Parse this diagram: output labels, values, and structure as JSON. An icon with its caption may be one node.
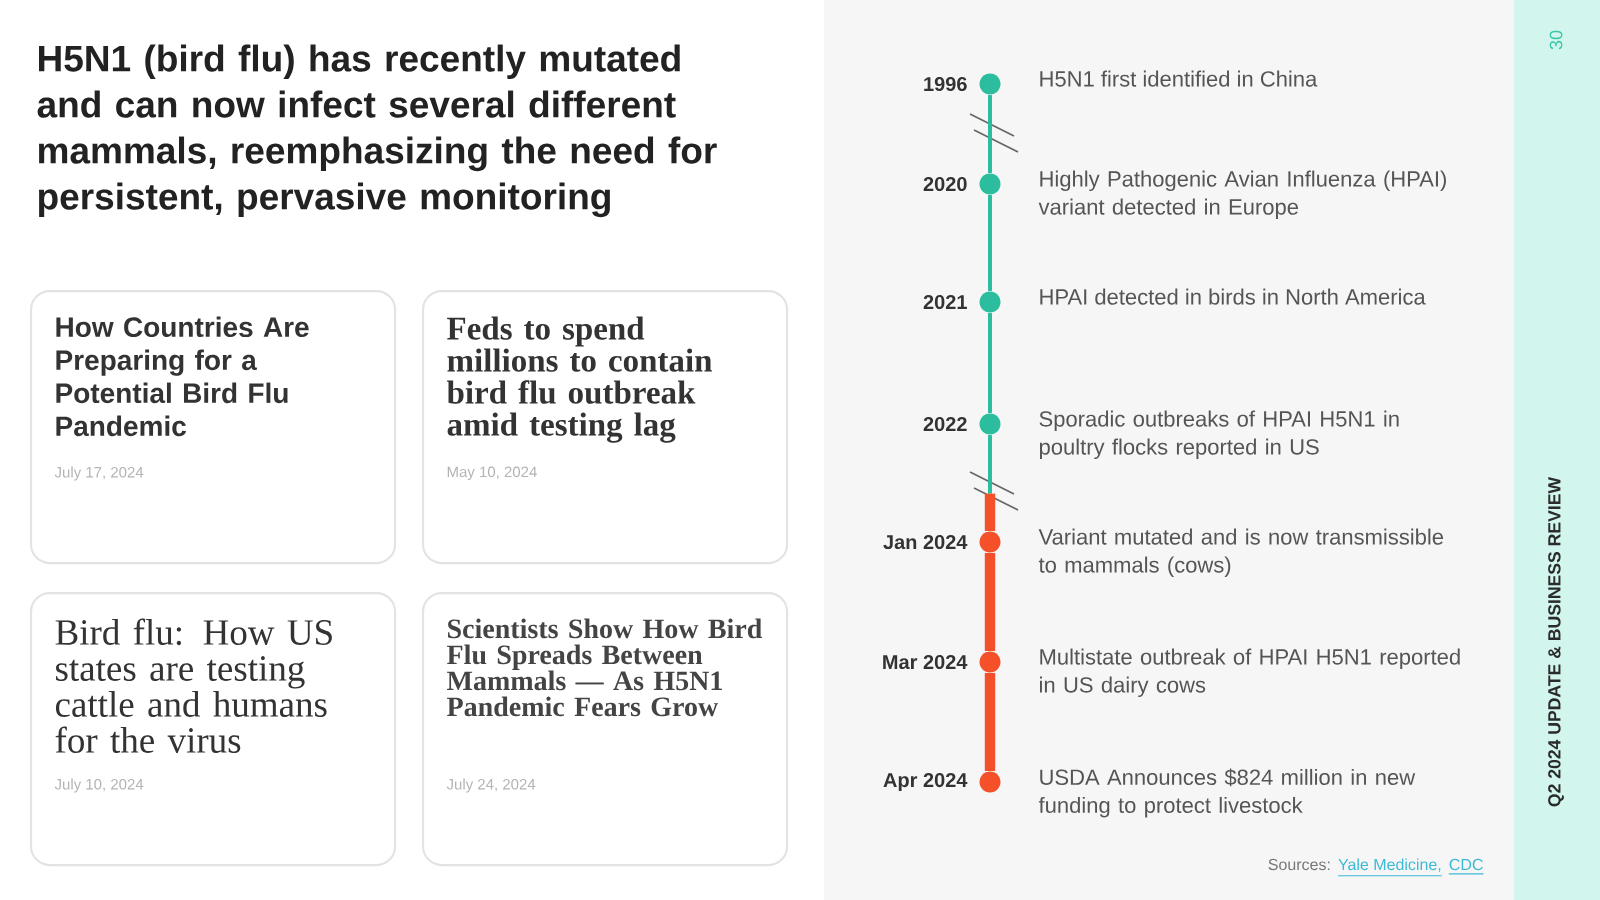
{
  "diagram": {
    "title": "H5N1 (bird flu) has recently mutated and can now infect several different mammals, reemphasizing the need for persistent, pervasive monitoring",
    "nodes": [
      {
        "text": [
          "How Countries Are Preparing for a Potential Bird Flu Pandemic",
          "July 17, 2024"
        ]
      },
      {
        "text": [
          "Feds to spend millions to contain bird flu outbreak amid testing lag",
          "May 10, 2024"
        ]
      },
      {
        "text": [
          "Bird flu: How US states are testing cattle and humans for the virus",
          "July 10, 2024"
        ]
      },
      {
        "text": [
          "Scientists Show How Bird Flu Spreads Between Mammals — As H5N1 Pandemic Fears Grow",
          "July 24, 2024"
        ]
      },
      {
        "text": [],
        "shape": "circle",
        "beside": [
          "1996",
          "H5N1 first identified in China"
        ]
      },
      {
        "text": [],
        "shape": "circle",
        "beside": [
          "2020",
          "Highly Pathogenic Avian Influenza (HPAI) variant detected in Europe"
        ]
      },
      {
        "text": [],
        "shape": "circle",
        "beside": [
          "2021",
          "HPAI detected in birds in North America"
        ]
      },
      {
        "text": [],
        "shape": "circle",
        "beside": [
          "2022",
          "Sporadic outbreaks of HPAI H5N1 in poultry flocks reported in US"
        ]
      },
      {
        "text": [],
        "shape": "circle",
        "beside": [
          "Jan 2024",
          "Variant mutated and is now transmissible to mammals (cows)"
        ]
      },
      {
        "text": [],
        "shape": "circle",
        "beside": [
          "Mar 2024",
          "Multistate outbreak of HPAI H5N1 reported in US dairy cows"
        ]
      },
      {
        "text": [],
        "shape": "circle",
        "beside": [
          "Apr 2024",
          "USDA Announces $824 million in new funding to protect livestock"
        ]
      }
    ],
    "edges": [
      {
        "from": 4,
        "to": 5,
        "arrow": "none"
      },
      {
        "from": 5,
        "to": 6,
        "arrow": "none"
      },
      {
        "from": 6,
        "to": 7,
        "arrow": "none"
      },
      {
        "from": 7,
        "to": 8,
        "arrow": "none"
      },
      {
        "from": 8,
        "to": 9,
        "arrow": "none",
        "style": "thick",
        "color": "#f4502a"
      },
      {
        "from": 9,
        "to": 10,
        "arrow": "none",
        "style": "thick",
        "color": "#f4502a"
      }
    ],
    "labels": [
      "Sources:",
      "Yale Medicine,",
      "CDC",
      "Q2 2024 UPDATE & BUSINESS REVIEW",
      "30"
    ]
  }
}
